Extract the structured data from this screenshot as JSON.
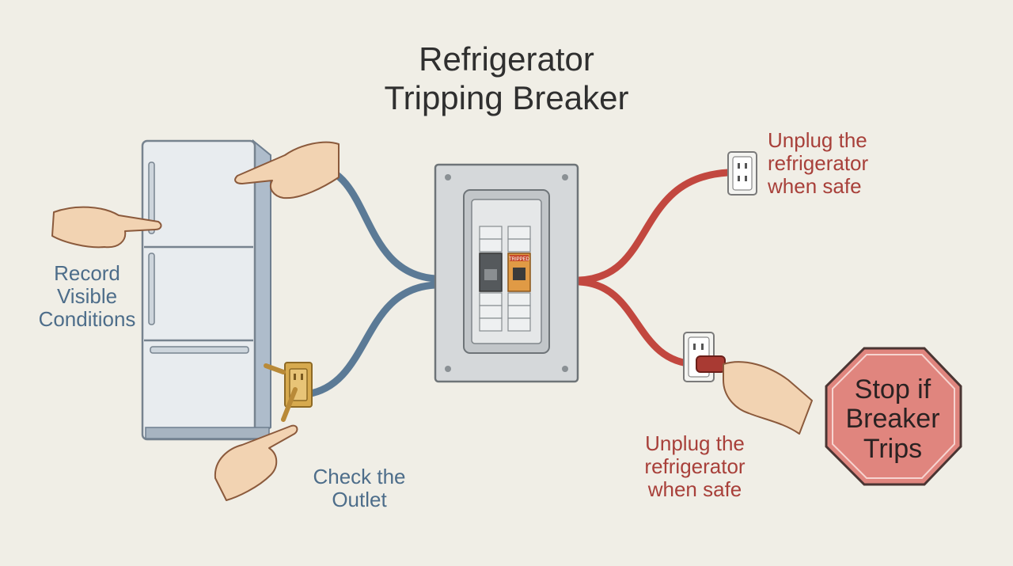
{
  "title_line1": "Refrigerator",
  "title_line2": "Tripping Breaker",
  "labels": {
    "record_line1": "Record",
    "record_line2": "Visible",
    "record_line3": "Conditions",
    "check_line1": "Check the",
    "check_line2": "Outlet",
    "unplug_top_line1": "Unplug the",
    "unplug_top_line2": "refrigerator",
    "unplug_top_line3": "when safe",
    "unplug_bottom_line1": "Unplug the",
    "unplug_bottom_line2": "refrigerator",
    "unplug_bottom_line3": "when safe"
  },
  "stop_sign": {
    "line1": "Stop if",
    "line2": "Breaker",
    "line3": "Trips"
  },
  "breaker_tag": "TRIPPED",
  "colors": {
    "background": "#f0eee6",
    "blue_wire": "#5b7a96",
    "red_wire": "#c2473f",
    "blue_text": "#4d6d8a",
    "red_text": "#a8403a",
    "stop_sign": "#e0857e"
  },
  "icons": [
    "refrigerator-icon",
    "hand-icon",
    "outlet-icon",
    "plug-icon",
    "breaker-panel-icon",
    "stop-sign-icon"
  ]
}
